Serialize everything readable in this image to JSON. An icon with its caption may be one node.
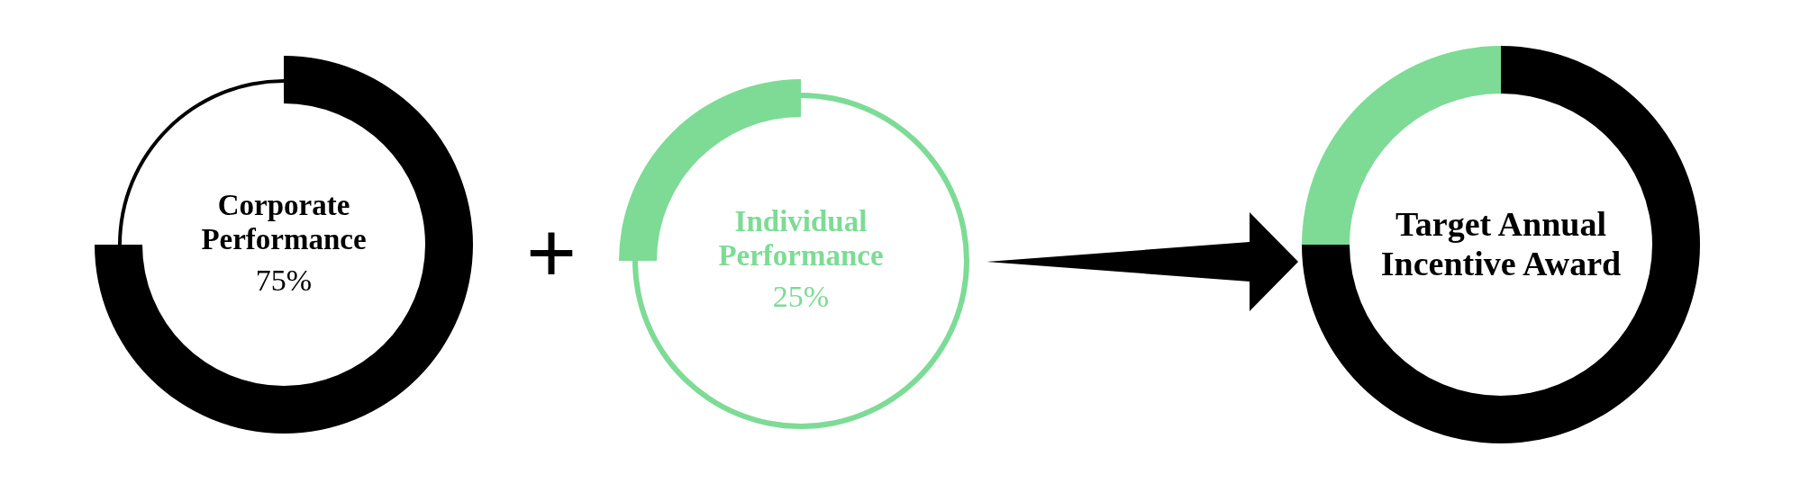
{
  "diagram": {
    "nodes": [
      {
        "text": [
          "Corporate Performance",
          "75%"
        ]
      },
      {
        "text": [
          "Individual Performance",
          "25%"
        ]
      },
      {
        "text": [
          "Target Annual Incentive Award"
        ]
      }
    ],
    "edges": [
      {
        "from": 1,
        "to": 2,
        "arrow": "to"
      }
    ],
    "labels": [
      "+"
    ]
  }
}
